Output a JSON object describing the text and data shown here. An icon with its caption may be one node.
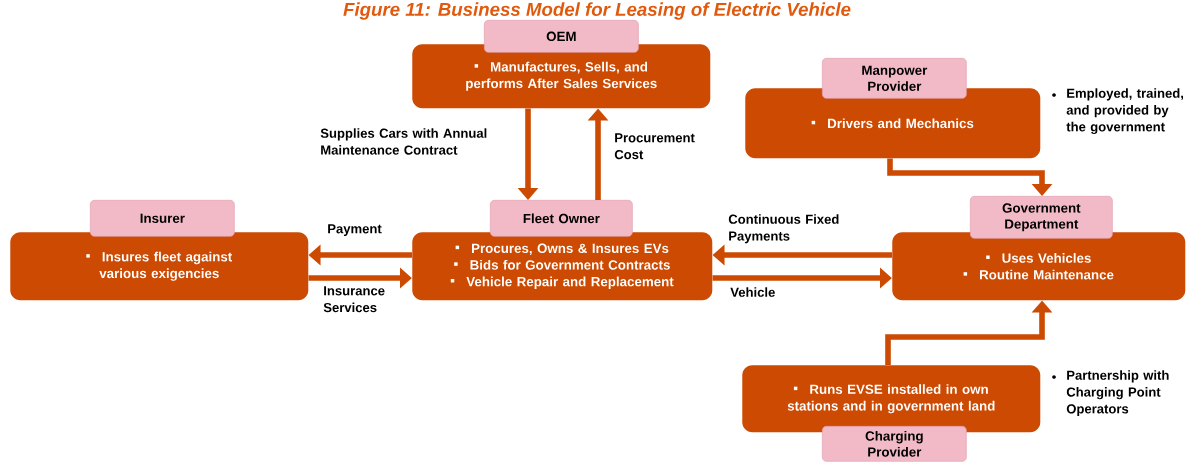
{
  "diagram": {
    "title": "Figure 11: Business Model for Leasing of Electric Vehicle",
    "nodes": [
      {
        "text": [
          "OEM",
          "Manufactures, Sells, and performs After Sales Services"
        ]
      },
      {
        "text": [
          "Manpower Provider",
          "Drivers and Mechanics"
        ],
        "beside": [
          "Employed, trained, and provided by the government"
        ]
      },
      {
        "text": [
          "Insurer",
          "Insures fleet against various exigencies"
        ]
      },
      {
        "text": [
          "Fleet Owner",
          "Procures, Owns & Insures EVs",
          "Bids for Government Contracts",
          "Vehicle Repair and Replacement"
        ]
      },
      {
        "text": [
          "Government Department",
          "Uses Vehicles",
          "Routine Maintenance"
        ]
      },
      {
        "text": [
          "Runs EVSE installed in own stations and in government land",
          "Charging Provider"
        ],
        "beside": [
          "Partnership with Charging Point Operators"
        ]
      }
    ],
    "edges": [
      {
        "from": 0,
        "to": 3,
        "arrow": "to",
        "label": "Supplies Cars with Annual Maintenance Contract"
      },
      {
        "from": 3,
        "to": 0,
        "arrow": "to",
        "label": "Procurement Cost"
      },
      {
        "from": 3,
        "to": 2,
        "arrow": "to",
        "label": "Payment"
      },
      {
        "from": 2,
        "to": 3,
        "arrow": "to",
        "label": "Insurance Services"
      },
      {
        "from": 4,
        "to": 3,
        "arrow": "to",
        "label": "Continuous Fixed Payments"
      },
      {
        "from": 3,
        "to": 4,
        "arrow": "to",
        "label": "Vehicle"
      },
      {
        "from": 1,
        "to": 4,
        "arrow": "to"
      },
      {
        "from": 5,
        "to": 4,
        "arrow": "to"
      }
    ]
  }
}
